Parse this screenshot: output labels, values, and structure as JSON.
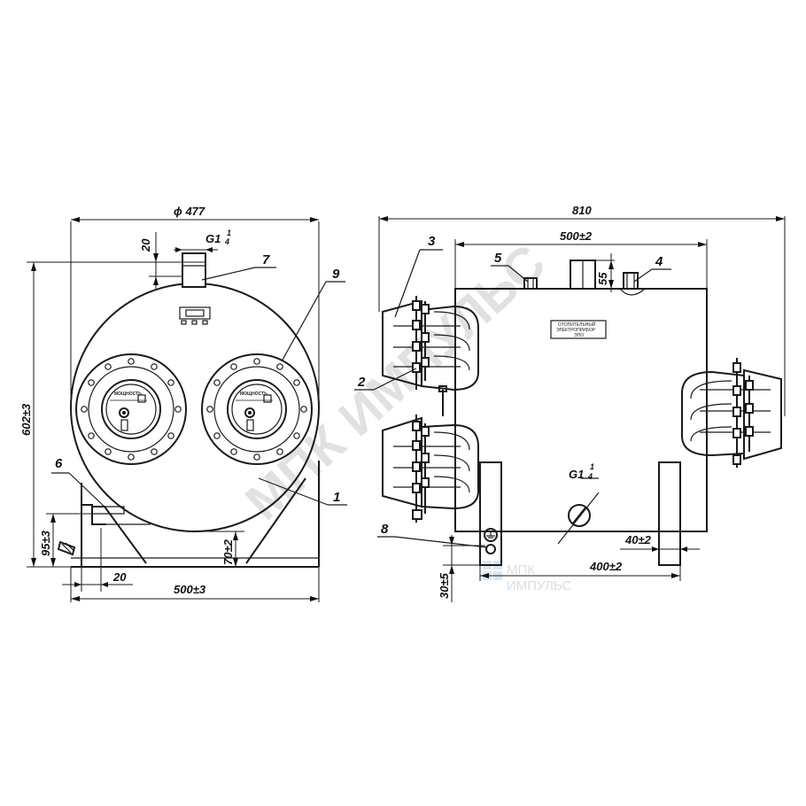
{
  "front_view": {
    "dimensions": {
      "diameter": "ϕ 477",
      "top_offset": "20",
      "fitting_thread": "G1",
      "fitting_fraction_num": "1",
      "fitting_fraction_den": "4",
      "height": "602±3",
      "foot_height": "95±3",
      "stand_height": "70±2",
      "foot_offset": "20",
      "base_width": "500±3"
    },
    "callouts": [
      "7",
      "9",
      "6",
      "1"
    ],
    "flange_label": "МОЩНОСТЬ"
  },
  "side_view": {
    "dimensions": {
      "overall_length": "810",
      "body_length": "500±2",
      "top_height": "55",
      "fitting_thread": "G1",
      "fitting_fraction_num": "1",
      "fitting_fraction_den": "4",
      "leg_width": "40±2",
      "leg_spacing": "400±2",
      "bottom_offset": "30±5"
    },
    "callouts": [
      "3",
      "5",
      "4",
      "2",
      "8"
    ],
    "plate_lines": [
      "ОТОПИТЕЛЬНЫЙ",
      "ЭЛЕКТРОПРИБОР",
      "ЭПО"
    ]
  },
  "watermark": {
    "diagonal": "МПК ИМПУЛЬС",
    "logo_line1": "МПК",
    "logo_line2": "ИМПУЛЬС"
  }
}
